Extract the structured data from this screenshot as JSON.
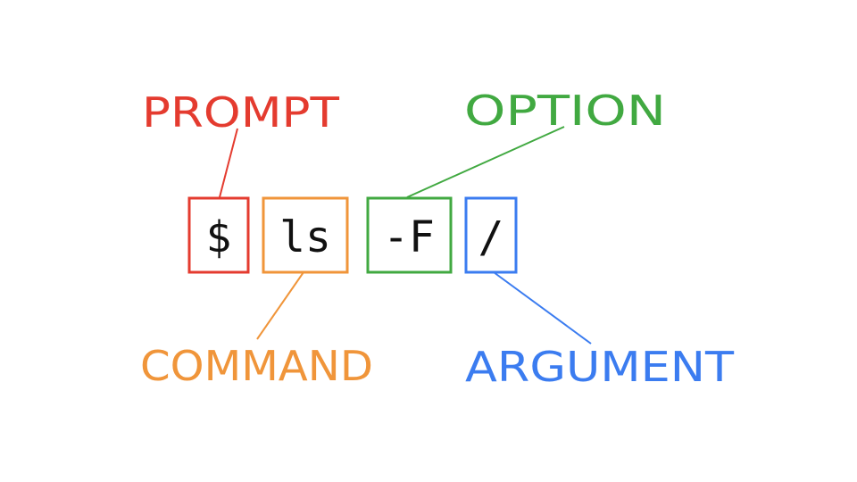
{
  "title": "Anatomy of a shell command",
  "tokens": {
    "prompt": "$",
    "command": "ls",
    "option": "-F",
    "argument": "/"
  },
  "labels": {
    "prompt": "PROMPT",
    "command": "COMMAND",
    "option": "OPTION",
    "argument": "ARGUMENT"
  },
  "colors": {
    "prompt": "#e43b2f",
    "command": "#f0953a",
    "option": "#41a941",
    "argument": "#3b7cf0"
  }
}
